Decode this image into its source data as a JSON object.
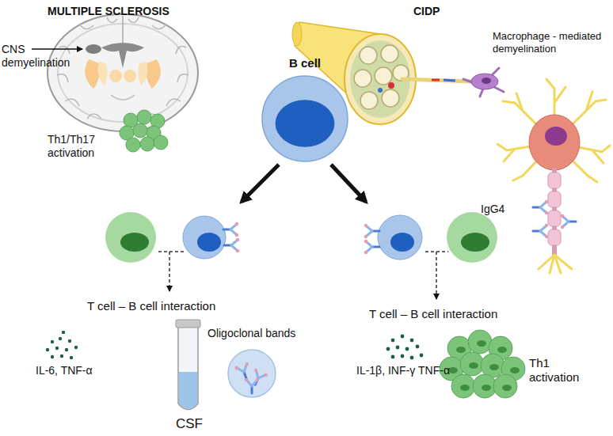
{
  "diagram": {
    "nodes": [
      {
        "text": [
          "B cell"
        ]
      }
    ],
    "labels": [
      "MULTIPLE SCLEROSIS",
      "CIDP",
      "CNS demyelination",
      "Macrophage - mediated demyelination",
      "Th1/Th17 activation",
      "IgG4",
      "T cell – B cell interaction",
      "Oligoclonal bands",
      "IL-6, TNF-α",
      "CSF",
      "T cell – B cell interaction",
      "IL-1β, INF-γ TNF-α",
      "Th1 activation"
    ]
  }
}
